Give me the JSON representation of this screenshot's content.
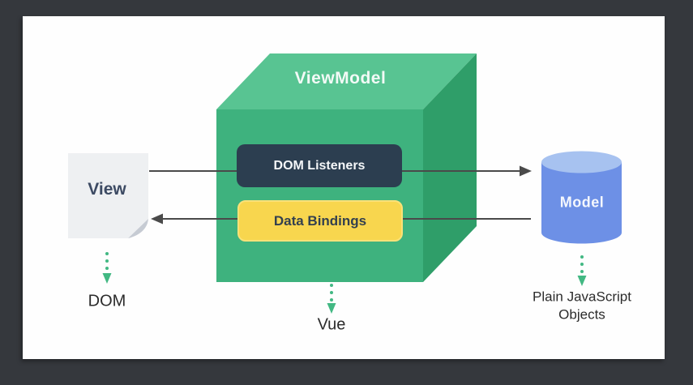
{
  "colors": {
    "background": "#35383d",
    "canvas": "#fefefe",
    "cube_top": "#58c492",
    "cube_front": "#3eb27e",
    "cube_right": "#2f9e69",
    "listener_box": "#2c3e50",
    "binding_box": "#f8d64e",
    "cylinder_body": "#6d90e6",
    "cylinder_top": "#a7c2f0",
    "page": "#eef0f2",
    "page_fold": "#c6cbd3",
    "arrow": "#4a4a4a",
    "dotted_arrow": "#42b883"
  },
  "diagram": {
    "viewmodel": {
      "title": "ViewModel",
      "caption": "Vue",
      "boxes": [
        {
          "label": "DOM Listeners"
        },
        {
          "label": "Data Bindings"
        }
      ]
    },
    "view": {
      "title": "View",
      "caption": "DOM"
    },
    "model": {
      "title": "Model",
      "caption": "Plain JavaScript Objects"
    }
  }
}
